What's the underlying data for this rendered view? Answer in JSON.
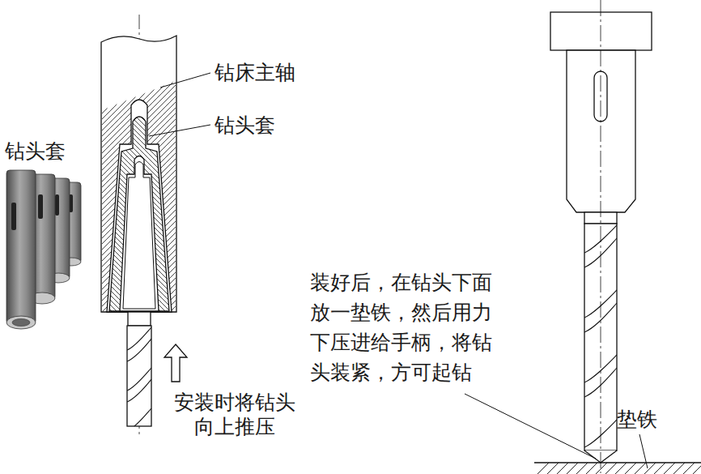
{
  "diagram": {
    "labels": [
      "钻床主轴",
      "钻头套",
      "钻头套",
      "安装时将钻头向上推压",
      "装好后，在钻头下面放一垫铁，然后用力下压进给手柄，将钻头装紧，方可起钻",
      "垫铁"
    ]
  }
}
